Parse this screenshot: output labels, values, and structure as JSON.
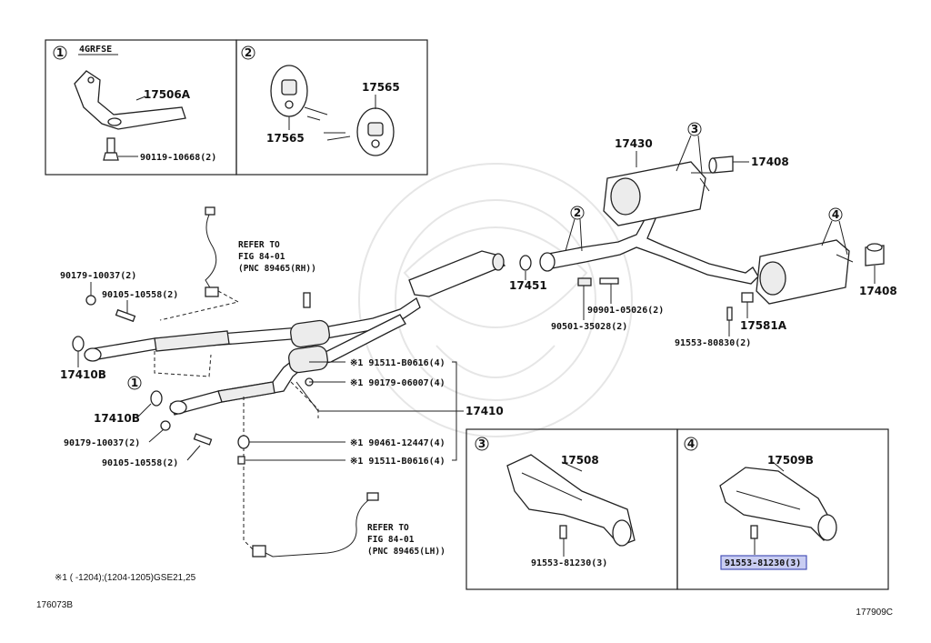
{
  "figure": {
    "code_left": "176073B",
    "code_right": "177909C"
  },
  "callouts": {
    "c1": "1",
    "c2": "2",
    "c3": "3",
    "c4": "4",
    "c1b": "1",
    "c2b": "2",
    "c3b": "3",
    "c4b": "4"
  },
  "inset1": {
    "engine": "4GRFSE",
    "part_bracket": "17506A",
    "part_bolt": "90119-10668(2)"
  },
  "inset2": {
    "part_a": "17565",
    "part_b": "17565"
  },
  "inset3": {
    "part_bracket": "17508",
    "part_bolt": "91553-81230(3)"
  },
  "inset4": {
    "part_bracket": "17509B",
    "part_bolt": "91553-81230(3)"
  },
  "main": {
    "refer_rh_1": "REFER TO",
    "refer_rh_2": "FIG 84-01",
    "refer_rh_3": "(PNC 89465(RH))",
    "refer_lh_1": "REFER TO",
    "refer_lh_2": "FIG 84-01",
    "refer_lh_3": "(PNC 89465(LH))",
    "p_90179_10037_a": "90179-10037(2)",
    "p_90105_10558_a": "90105-10558(2)",
    "p_17410b_a": "17410B",
    "p_17410b_b": "17410B",
    "p_90179_10037_b": "90179-10037(2)",
    "p_90105_10558_b": "90105-10558(2)",
    "p_17410": "17410",
    "p_91511_b0616_a": "※1 91511-B0616(4)",
    "p_90179_06007": "※1 90179-06007(4)",
    "p_90461_12447": "※1 90461-12447(4)",
    "p_91511_b0616_b": "※1 91511-B0616(4)",
    "p_17451": "17451",
    "p_90901_05026": "90901-05026(2)",
    "p_90501_35028": "90501-35028(2)",
    "p_17430": "17430",
    "p_17408_a": "17408",
    "p_17408_b": "17408",
    "p_17581a": "17581A",
    "p_91553_80830": "91553-80830(2)",
    "footnote": "※1 (    -1204);(1204-1205)GSE21,25"
  }
}
